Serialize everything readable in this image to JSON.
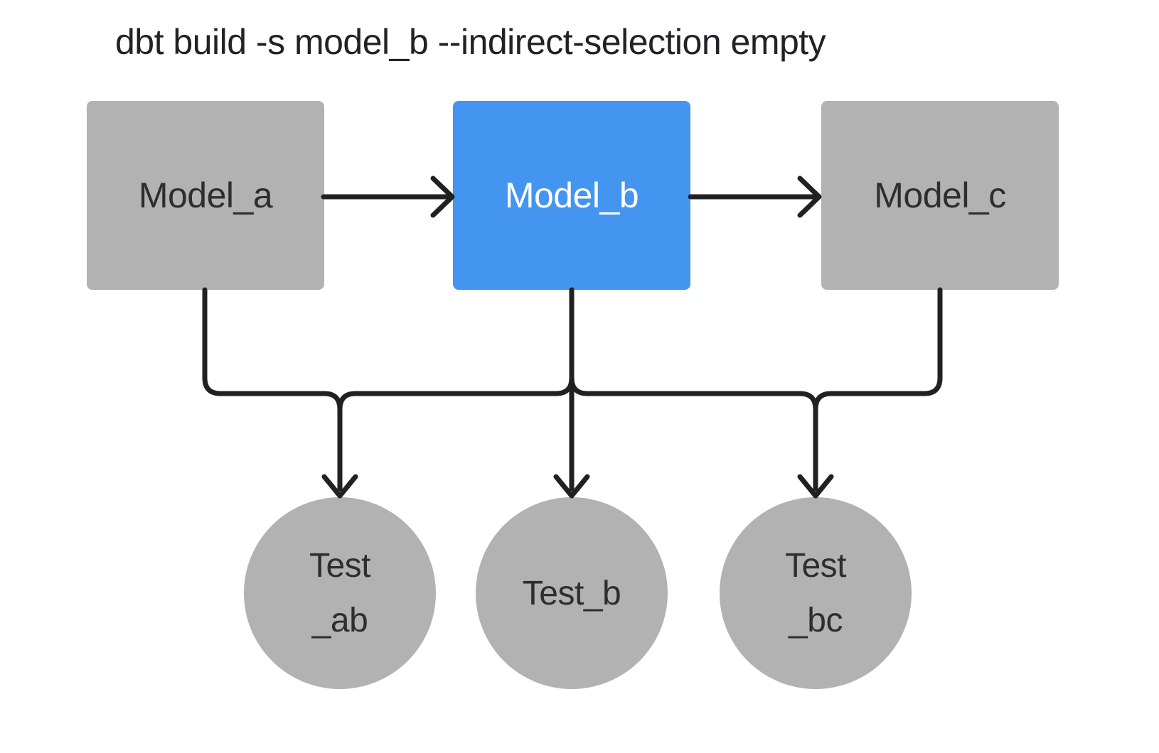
{
  "title": "dbt build -s model_b --indirect-selection empty",
  "colors": {
    "background": "#ffffff",
    "node_gray": "#b2b2b2",
    "node_selected_blue": "#4495ef",
    "edge_line": "#212121",
    "title_text": "#202226",
    "node_text_dark": "#2e2e2e",
    "node_text_light": "#ffffff"
  },
  "models": [
    {
      "label": "Model_a",
      "selected": false
    },
    {
      "label": "Model_b",
      "selected": true
    },
    {
      "label": "Model_c",
      "selected": false
    }
  ],
  "tests": [
    {
      "label_line1": "Test",
      "label_line2": "_ab"
    },
    {
      "label_line1": "Test_b",
      "label_line2": ""
    },
    {
      "label_line1": "Test",
      "label_line2": "_bc"
    }
  ],
  "edges": [
    {
      "from": "Model_a",
      "to": "Model_b",
      "type": "model-to-model"
    },
    {
      "from": "Model_b",
      "to": "Model_c",
      "type": "model-to-model"
    },
    {
      "from": "Model_a",
      "to": "Test_ab",
      "type": "model-to-test"
    },
    {
      "from": "Model_b",
      "to": "Test_ab",
      "type": "model-to-test"
    },
    {
      "from": "Model_b",
      "to": "Test_b",
      "type": "model-to-test"
    },
    {
      "from": "Model_b",
      "to": "Test_bc",
      "type": "model-to-test"
    },
    {
      "from": "Model_c",
      "to": "Test_bc",
      "type": "model-to-test"
    }
  ]
}
